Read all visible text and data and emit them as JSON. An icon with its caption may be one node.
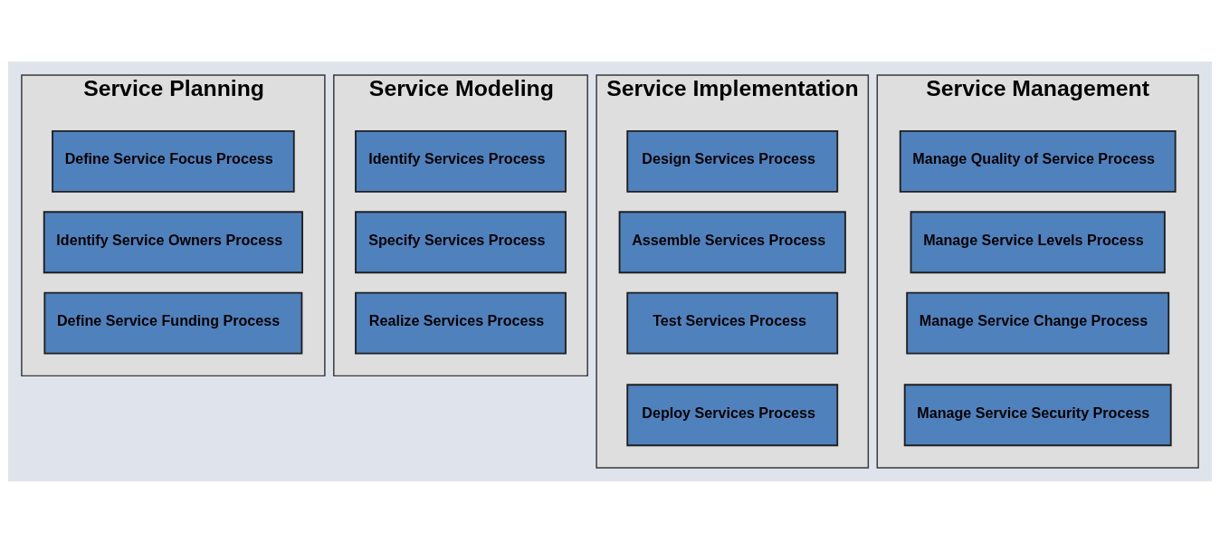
{
  "diagram": {
    "nodes": [
      {
        "text": [
          "Service Planning"
        ]
      },
      {
        "text": [
          "Define Service Focus Process"
        ],
        "in": 0
      },
      {
        "text": [
          "Identify Service Owners Process"
        ],
        "in": 0
      },
      {
        "text": [
          "Define Service Funding Process"
        ],
        "in": 0
      },
      {
        "text": [
          "Service Modeling"
        ]
      },
      {
        "text": [
          "Identify Services Process"
        ],
        "in": 4
      },
      {
        "text": [
          "Specify Services Process"
        ],
        "in": 4
      },
      {
        "text": [
          "Realize Services Process"
        ],
        "in": 4
      },
      {
        "text": [
          "Service Implementation"
        ]
      },
      {
        "text": [
          "Design Services Process"
        ],
        "in": 8
      },
      {
        "text": [
          "Assemble Services Process"
        ],
        "in": 8
      },
      {
        "text": [
          "Test Services Process"
        ],
        "in": 8
      },
      {
        "text": [
          "Deploy Services Process"
        ],
        "in": 8
      },
      {
        "text": [
          "Service Management"
        ]
      },
      {
        "text": [
          "Manage Quality of Service Process"
        ],
        "in": 13
      },
      {
        "text": [
          "Manage Service Levels Process"
        ],
        "in": 13
      },
      {
        "text": [
          "Manage Service Change Process"
        ],
        "in": 13
      },
      {
        "text": [
          "Manage Service Security Process"
        ],
        "in": 13
      }
    ],
    "edges": []
  }
}
